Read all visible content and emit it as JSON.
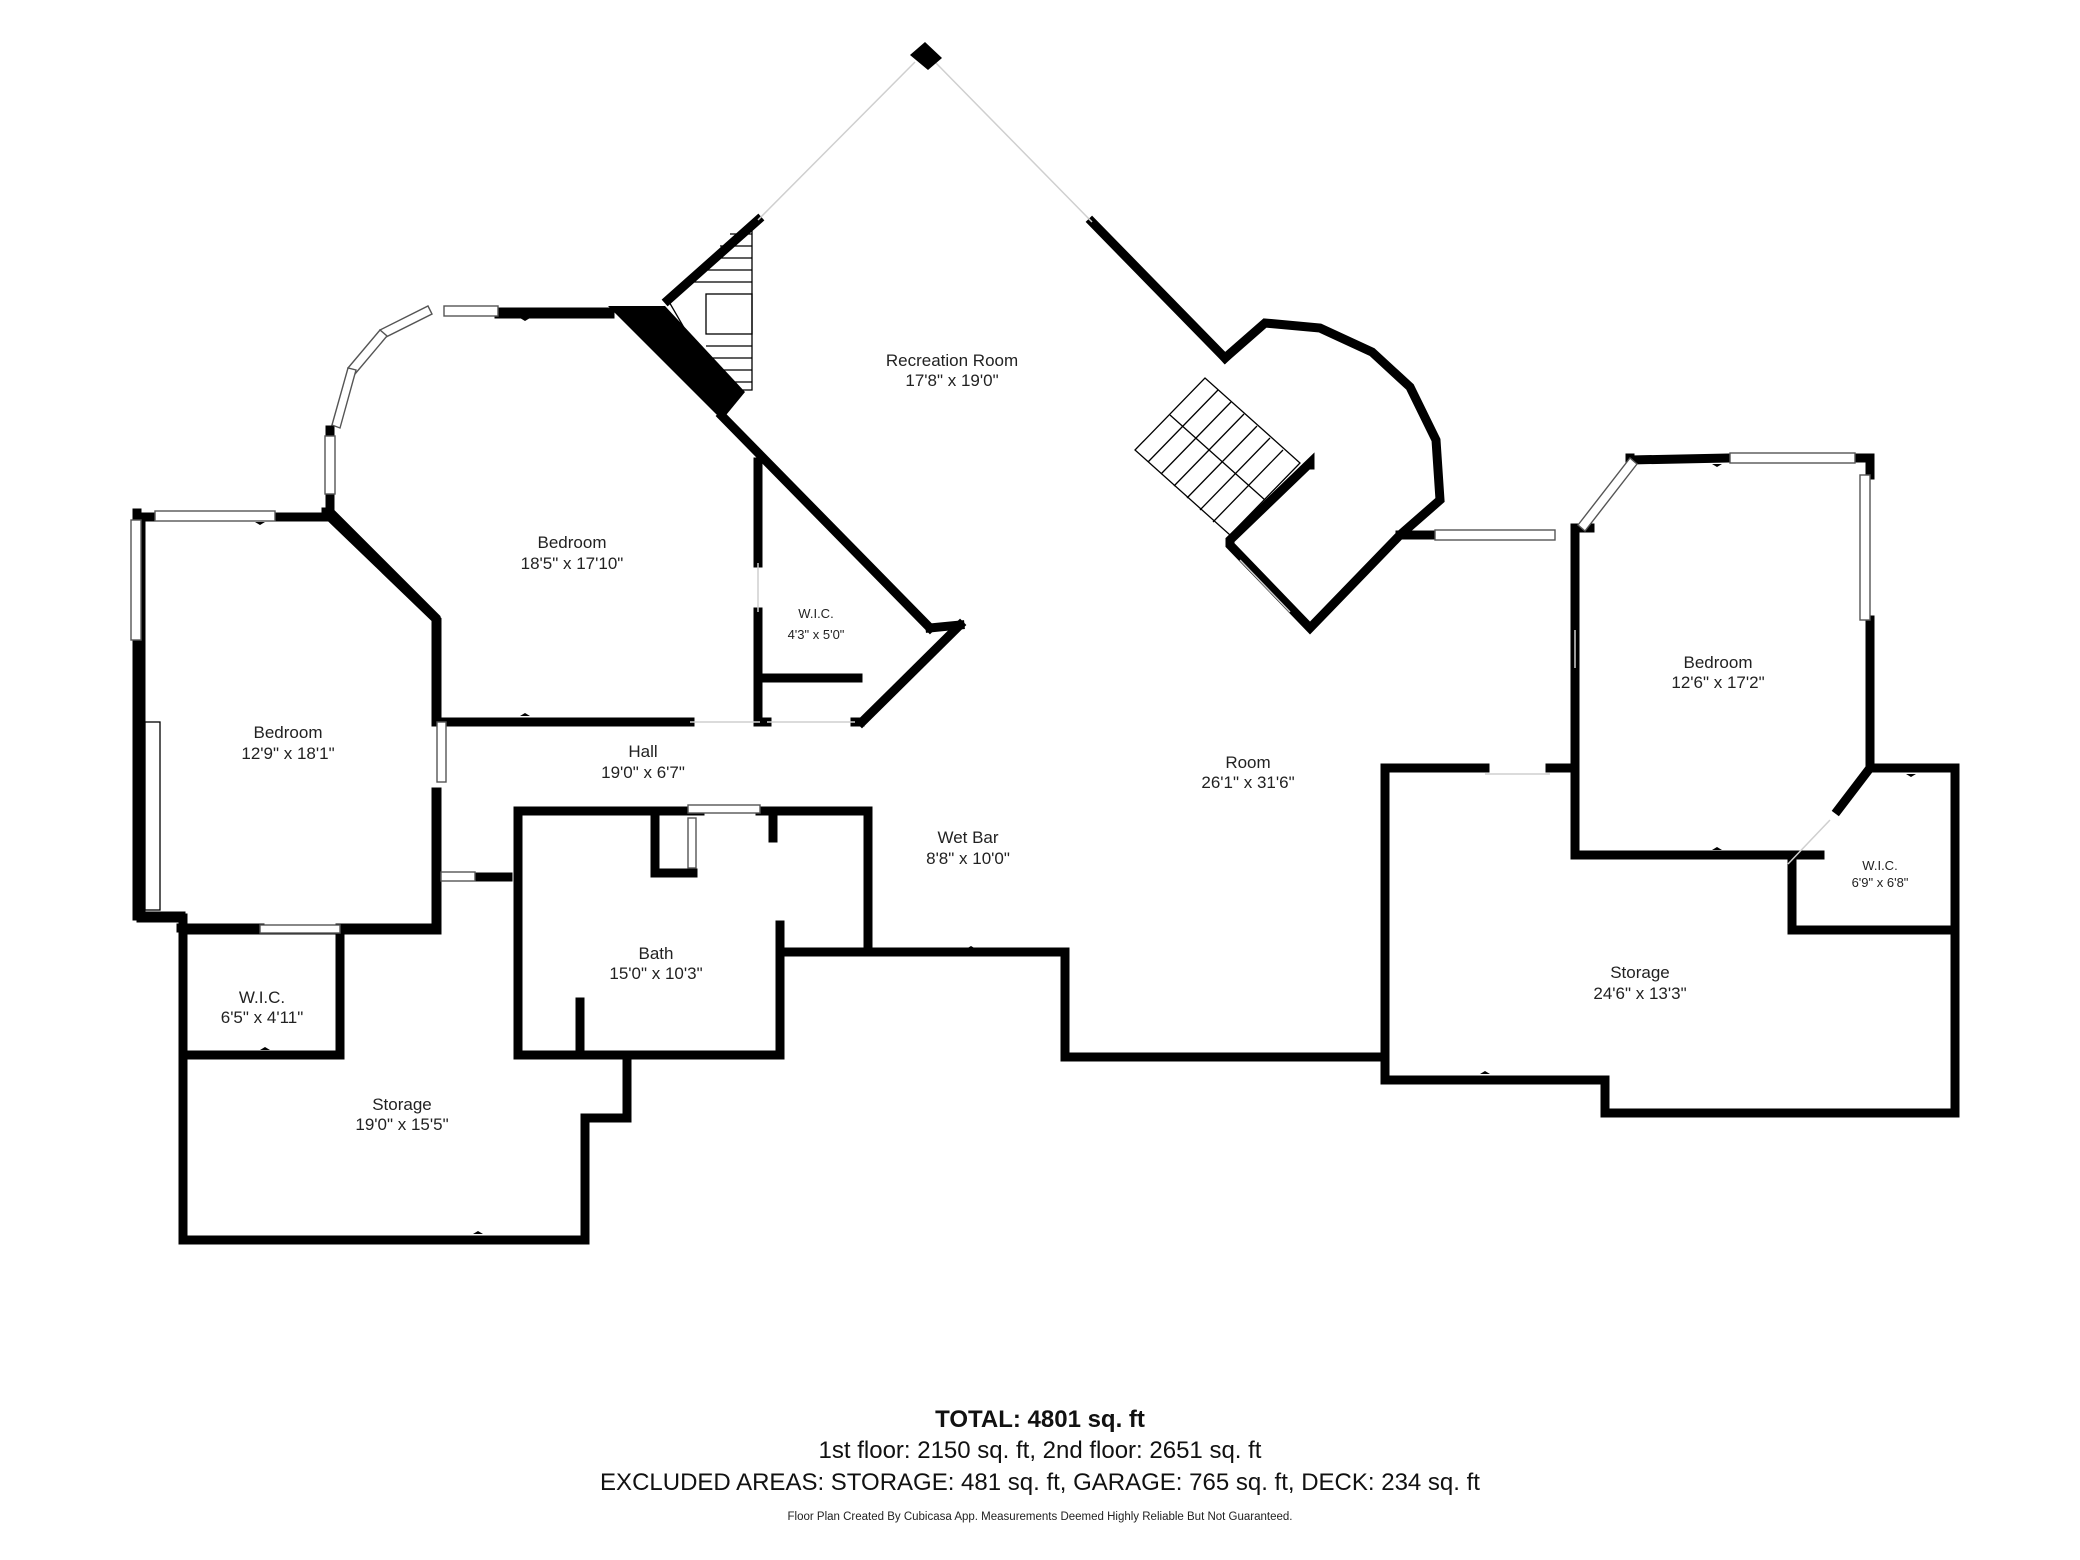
{
  "rooms": {
    "recreation": {
      "name": "Recreation Room",
      "dims": "17'8\" x 19'0\""
    },
    "bedroom_center": {
      "name": "Bedroom",
      "dims": "18'5\" x 17'10\""
    },
    "bedroom_left": {
      "name": "Bedroom",
      "dims": "12'9\" x 18'1\""
    },
    "bedroom_right": {
      "name": "Bedroom",
      "dims": "12'6\" x 17'2\""
    },
    "wic_center": {
      "name": "W.I.C.",
      "dims": "4'3\" x 5'0\""
    },
    "wic_left": {
      "name": "W.I.C.",
      "dims": "6'5\" x 4'11\""
    },
    "wic_right": {
      "name": "W.I.C.",
      "dims": "6'9\" x 6'8\""
    },
    "hall": {
      "name": "Hall",
      "dims": "19'0\" x 6'7\""
    },
    "room": {
      "name": "Room",
      "dims": "26'1\" x 31'6\""
    },
    "wet_bar": {
      "name": "Wet Bar",
      "dims": "8'8\" x 10'0\""
    },
    "bath": {
      "name": "Bath",
      "dims": "15'0\" x 10'3\""
    },
    "storage_left": {
      "name": "Storage",
      "dims": "19'0\" x 15'5\""
    },
    "storage_right": {
      "name": "Storage",
      "dims": "24'6\" x 13'3\""
    }
  },
  "summary": {
    "total": "TOTAL: 4801 sq. ft",
    "floors": "1st floor: 2150 sq. ft, 2nd floor: 2651 sq. ft",
    "excluded": "EXCLUDED AREAS: STORAGE: 481 sq. ft, GARAGE: 765 sq. ft, DECK: 234 sq. ft",
    "credit": "Floor Plan Created By Cubicasa App. Measurements Deemed Highly Reliable But Not Guaranteed."
  }
}
